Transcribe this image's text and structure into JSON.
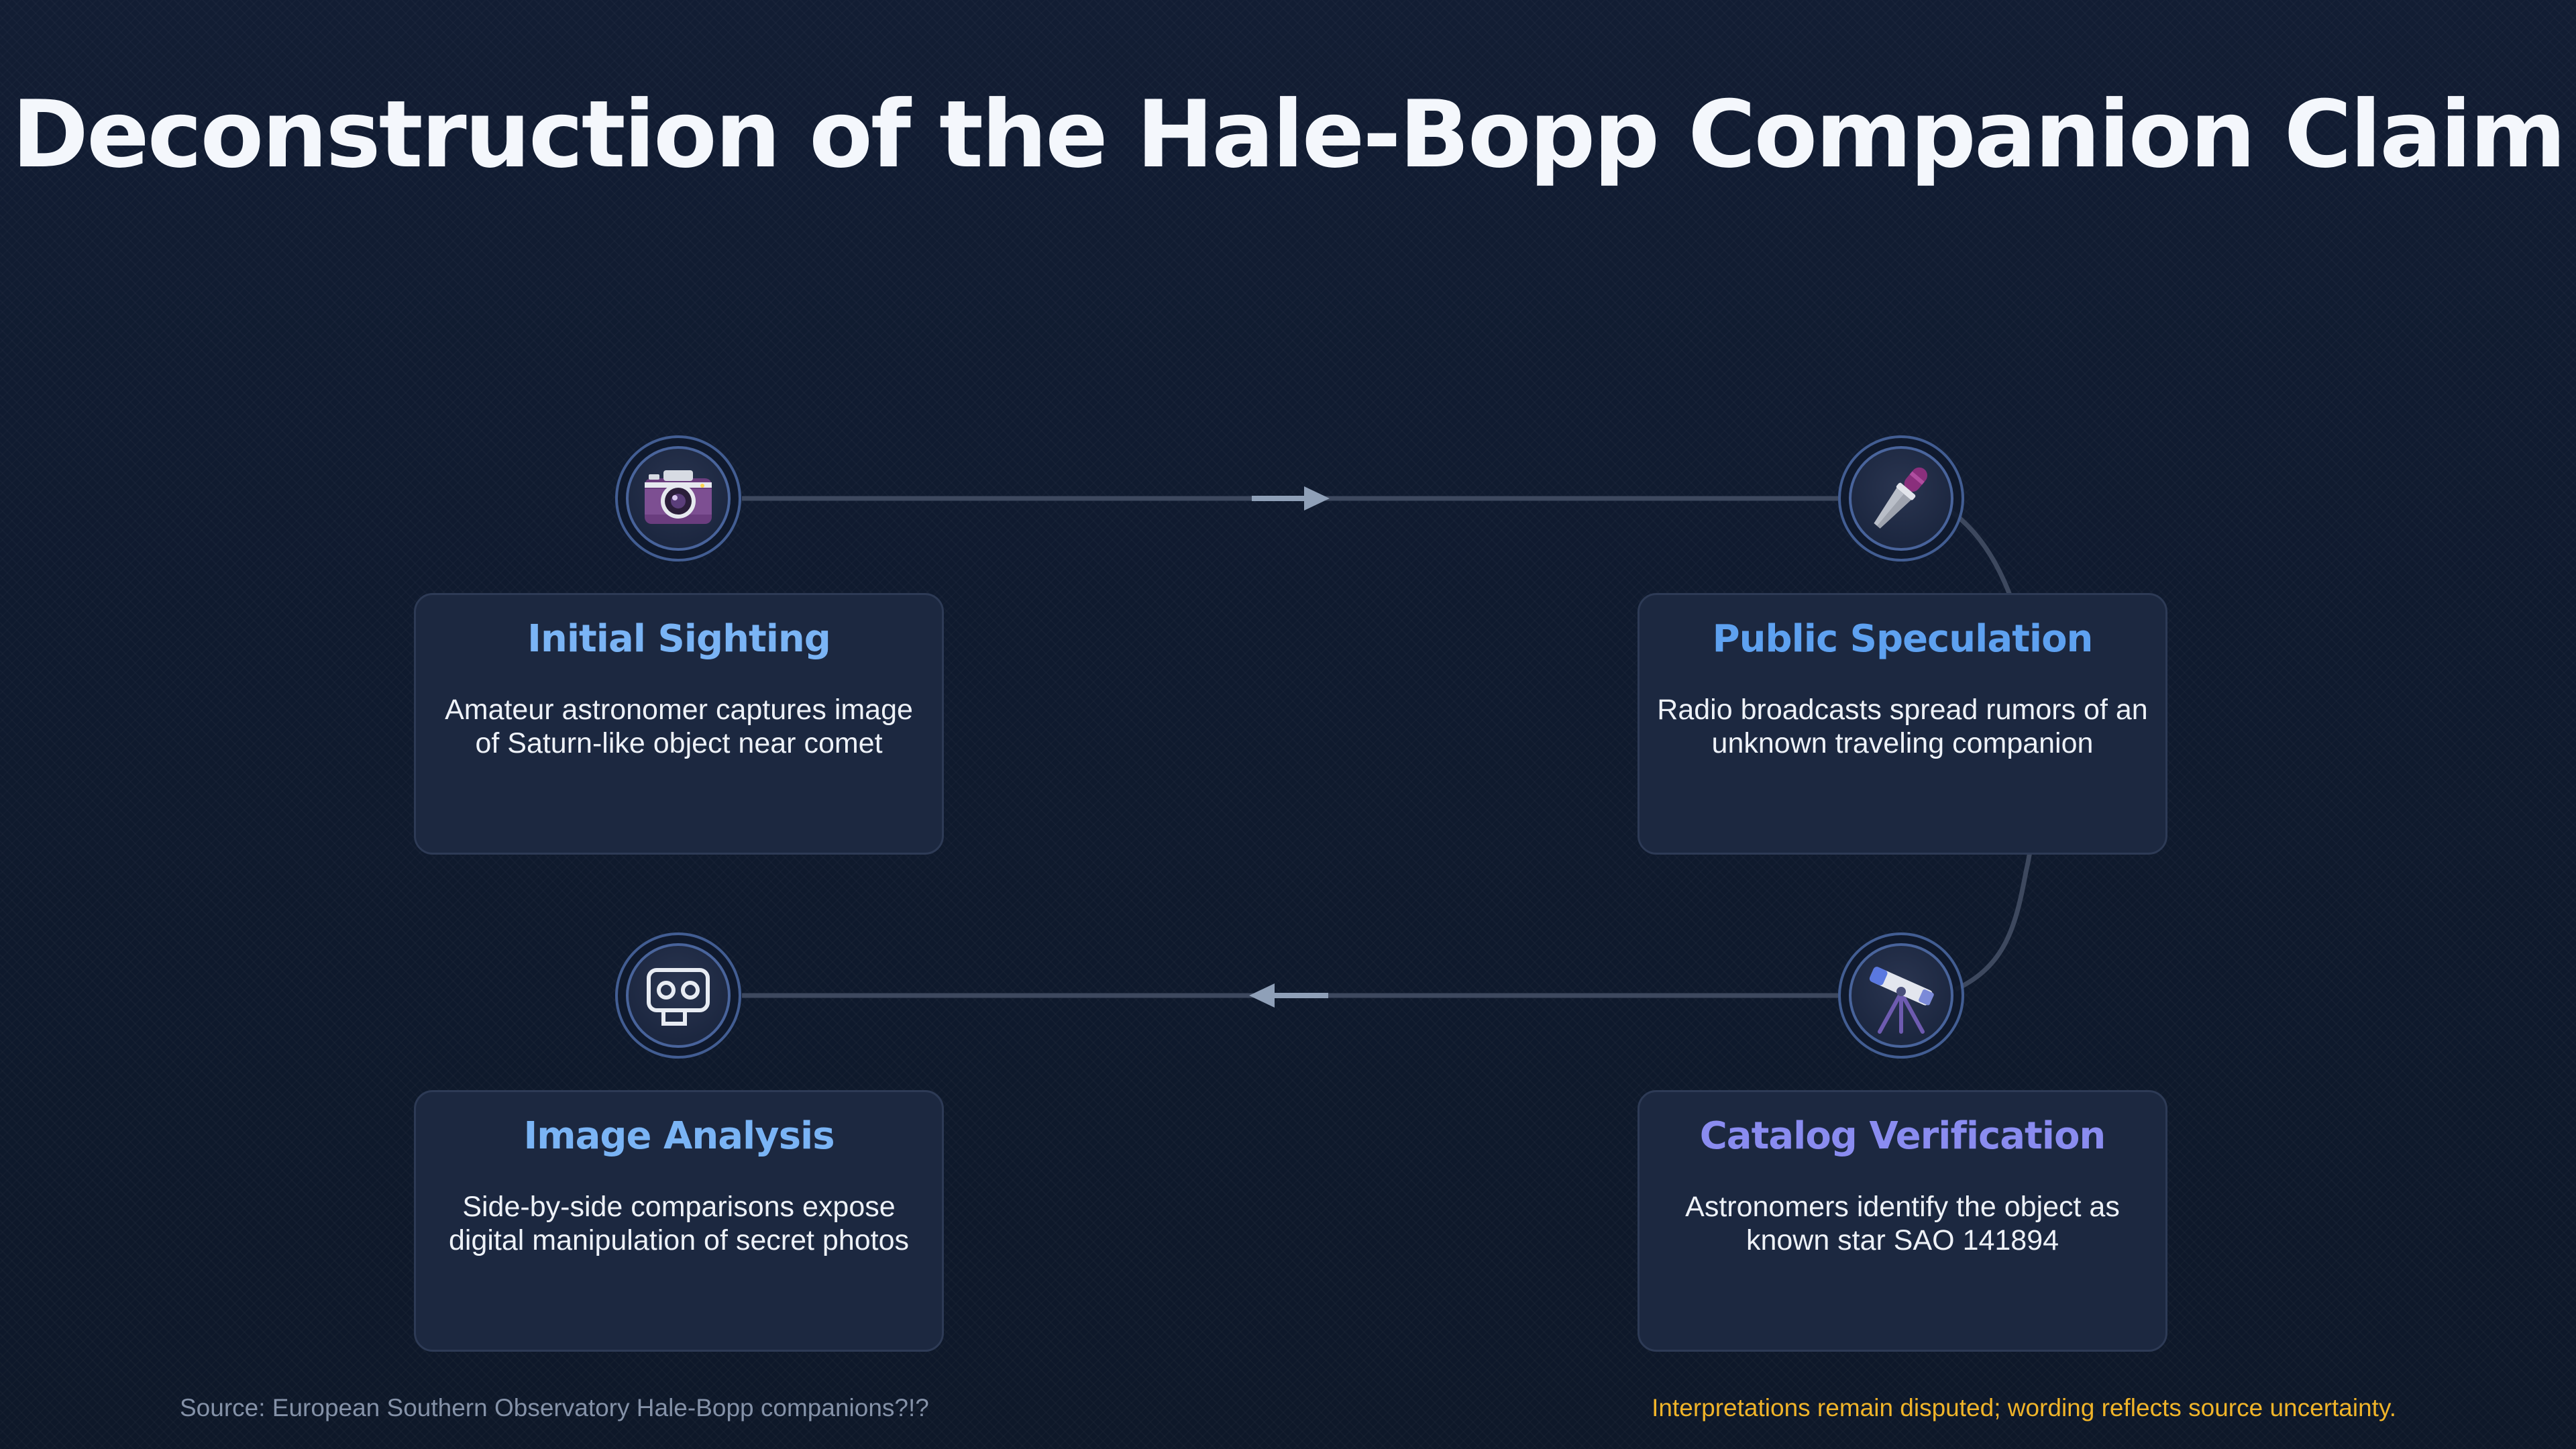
{
  "title": "Deconstruction of the Hale-Bopp Companion Claim",
  "colors": {
    "title_blue": "#7ab4f5",
    "title_blue_2": "#5ea1f0",
    "title_indigo": "#8a8cf0",
    "note_amber": "#f0b429",
    "source_gray": "#8592a8"
  },
  "steps": [
    {
      "title": "Initial Sighting",
      "description": "Amateur astronomer captures image of Saturn-like object near comet",
      "icon": "camera-icon"
    },
    {
      "title": "Public Speculation",
      "description": "Radio broadcasts spread rumors of an unknown traveling companion",
      "icon": "microphone-icon"
    },
    {
      "title": "Catalog Verification",
      "description": "Astronomers identify the object as known star SAO 141894",
      "icon": "telescope-icon"
    },
    {
      "title": "Image Analysis",
      "description": "Side-by-side comparisons expose digital manipulation of secret photos",
      "icon": "image-analysis-icon"
    }
  ],
  "footer": {
    "source": "Source: European Southern Observatory Hale-Bopp companions?!?",
    "note": "Interpretations remain disputed; wording reflects source uncertainty."
  }
}
